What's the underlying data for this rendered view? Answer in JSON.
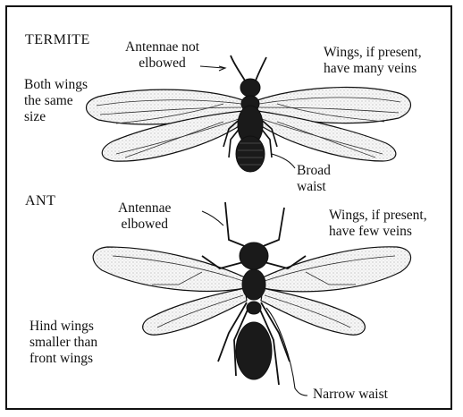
{
  "termite": {
    "heading": "TERMITE",
    "antennae_label": "Antennae not\nelbowed",
    "wings_veins_label": "Wings, if present,\nhave many veins",
    "wing_size_label": "Both wings\nthe same\nsize",
    "waist_label": "Broad\nwaist"
  },
  "ant": {
    "heading": "ANT",
    "antennae_label": "Antennae\nelbowed",
    "wings_veins_label": "Wings, if present,\nhave few veins",
    "wing_size_label": "Hind wings\nsmaller than\nfront wings",
    "waist_label": "Narrow waist"
  },
  "colors": {
    "ink": "#111111",
    "wing_fill": "#f3f3f3",
    "background": "#ffffff"
  }
}
